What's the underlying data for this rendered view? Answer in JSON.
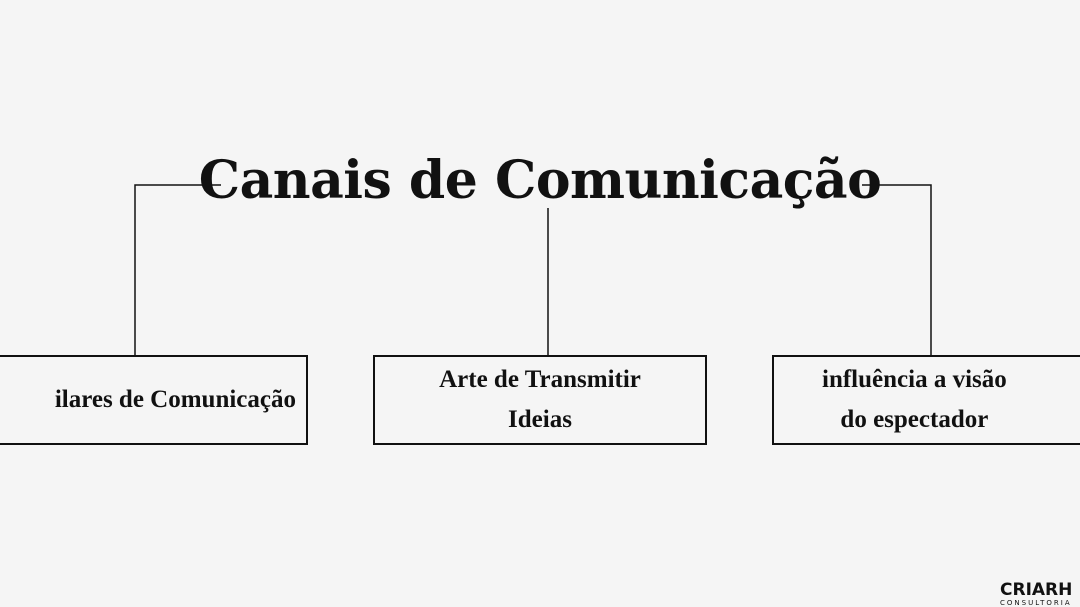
{
  "diagram": {
    "title": "Canais de Comunicação",
    "nodes": [
      {
        "id": "left",
        "label": "ilares de Comunicação"
      },
      {
        "id": "middle",
        "label_line1": "Arte de Transmitir",
        "label_line2": "Ideias"
      },
      {
        "id": "right",
        "label_line1": "influência a visão",
        "label_line2": "do espectador"
      }
    ],
    "edges": [
      {
        "from": "title",
        "to": "left"
      },
      {
        "from": "title",
        "to": "middle"
      },
      {
        "from": "title",
        "to": "right"
      }
    ]
  },
  "logo": {
    "main": "CRIARH",
    "sub": "CONSULTORIA"
  },
  "colors": {
    "background": "#f5f5f5",
    "ink": "#111111"
  }
}
